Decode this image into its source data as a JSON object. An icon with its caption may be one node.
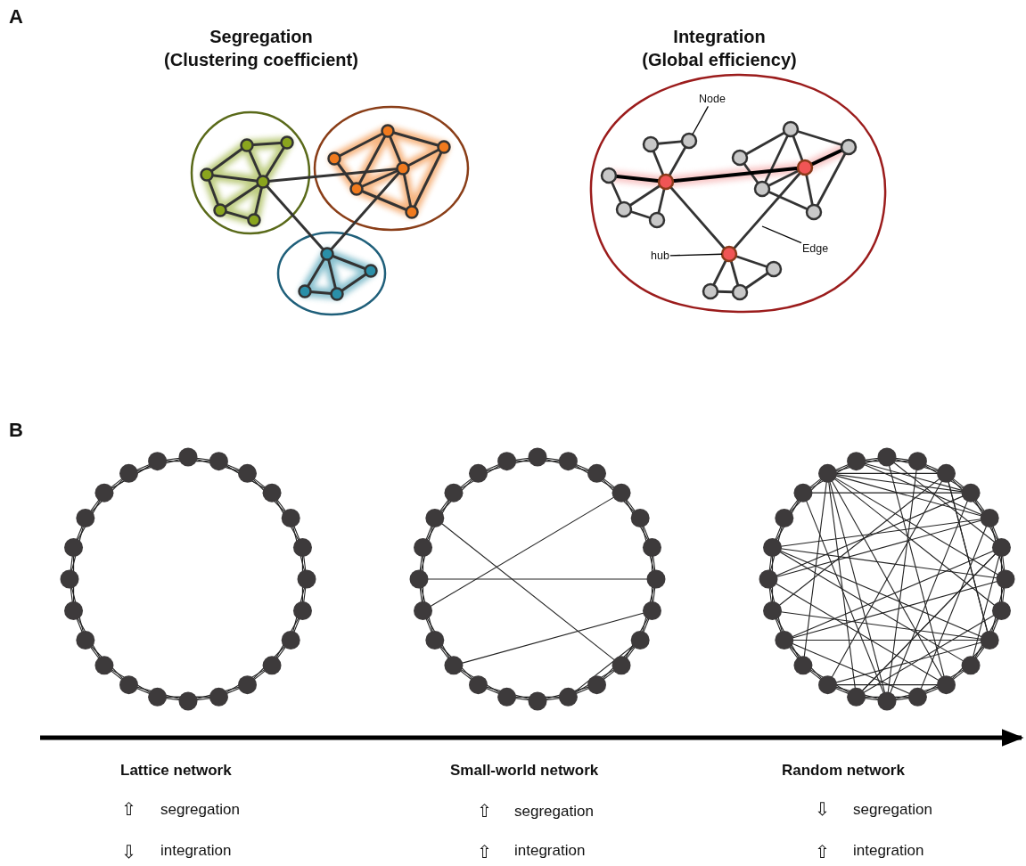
{
  "diagram": {
    "nodes": [
      {
        "text": [
          "Node"
        ]
      },
      {
        "text": [],
        "shape": "circle"
      },
      {
        "text": [
          "hub"
        ]
      },
      {
        "text": [],
        "shape": "circle"
      },
      {
        "text": [
          "Edge"
        ]
      }
    ],
    "edges": [
      {
        "from": 0,
        "to": 1,
        "arrow": "none"
      },
      {
        "from": 2,
        "to": 3,
        "arrow": "none"
      },
      {
        "from": 4,
        "to": null,
        "arrow": "none"
      }
    ],
    "labels": [
      "A",
      "Segregation",
      "(Clustering coefficient)",
      "Integration",
      "(Global efficiency)",
      "B",
      "Lattice network",
      "⇧",
      "segregation",
      "⇩",
      "integration",
      "Small-world network",
      "⇧",
      "segregation",
      "⇧",
      "integration",
      "Random network",
      "⇩",
      "segregation",
      "⇧",
      "integration"
    ]
  }
}
